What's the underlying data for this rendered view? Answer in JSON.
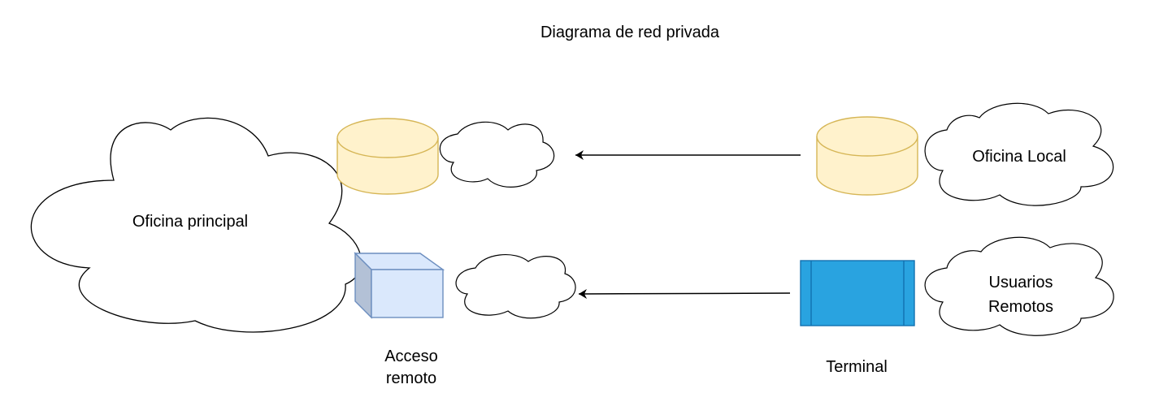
{
  "title": "Diagrama de red privada",
  "nodes": {
    "main_office": {
      "label": "Oficina principal"
    },
    "local_office": {
      "label": "Oficina Local"
    },
    "remote_users": {
      "label_line1": "Usuarios",
      "label_line2": "Remotos"
    },
    "remote_access": {
      "label_line1": "Acceso",
      "label_line2": "remoto"
    },
    "terminal": {
      "label": "Terminal"
    }
  },
  "colors": {
    "cylinder_fill": "#fff2cc",
    "cylinder_stroke": "#d6b656",
    "box_fill": "#dae8fc",
    "box_stroke": "#6c8ebf",
    "terminal_fill": "#29a3e0",
    "terminal_stroke": "#1170b0",
    "cloud_stroke": "#000000",
    "arrow": "#000000"
  }
}
